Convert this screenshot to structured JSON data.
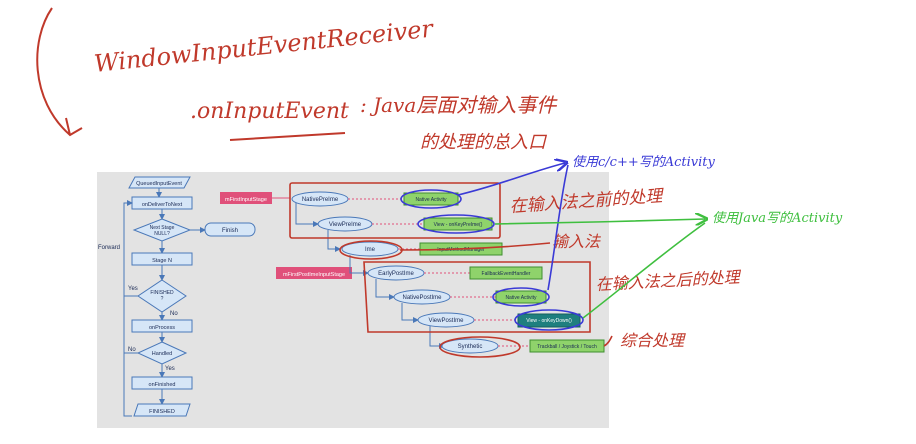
{
  "handwriting": {
    "class_name": "WindowInputEventReceiver",
    "method_name": ".onInputEvent",
    "method_note_line1": ": Java层面对输入事件",
    "method_note_line2": "的处理的总入口",
    "note_native_activity": "使用c/c++写的Activity",
    "note_java_activity": "使用Java写的Activity",
    "note_pre_ime": "在输入法之前的处理",
    "note_ime": "输入法",
    "note_post_ime": "在输入法之后的处理",
    "note_synthetic": "综合处理"
  },
  "flowchart": {
    "queued_input_event": "QueuedInputEvent",
    "deliver_to_next": "onDeliverToNext",
    "next_stage_null": [
      "Next Stage",
      "NULL?"
    ],
    "finish": "Finish",
    "forward": "Forward",
    "stage_n": "Stage N",
    "finished_q": [
      "FINISHED",
      "?"
    ],
    "yes1": "Yes",
    "no1": "No",
    "on_process": "onProcess",
    "handled": "Handled",
    "no2": "No",
    "yes2": "Yes",
    "on_finished": "onFinished",
    "finished": "FINISHED"
  },
  "stages": {
    "first_input_stage": "mFirstInputStage",
    "first_post_ime_input_stage": "mFirstPostImeInputStage",
    "native_pre_ime": "NativePreIme",
    "view_pre_ime": "ViewPreIme",
    "ime": "Ime",
    "early_post_ime": "EarlyPostIme",
    "native_post_ime": "NativePostIme",
    "view_post_ime": "ViewPostIme",
    "synthetic": "Synthetic",
    "native_activity_1": "Native Activity",
    "view_on_key_pre_ime": "View - onKeyPreIme()",
    "input_method_manager": "InputMethodManager",
    "fallback_event_handler": "FallbackEventHandler",
    "native_activity_2": "Native Activity",
    "view_on_key_down": "View - onKeyDown()",
    "trackball_joystick_touch": "Trackball / Joystick / Touch"
  },
  "colors": {
    "red_ink": "#c0392b",
    "blue_ink": "#3a3ad6",
    "green_ink": "#3fbf3f",
    "panel_bg": "#e3e3e3",
    "node_fill": "#d6e6f7",
    "node_stroke": "#4a78b8",
    "pink_label": "#e0507a",
    "green_box": "#8fd36b",
    "teal_box": "#1f7f7f"
  }
}
